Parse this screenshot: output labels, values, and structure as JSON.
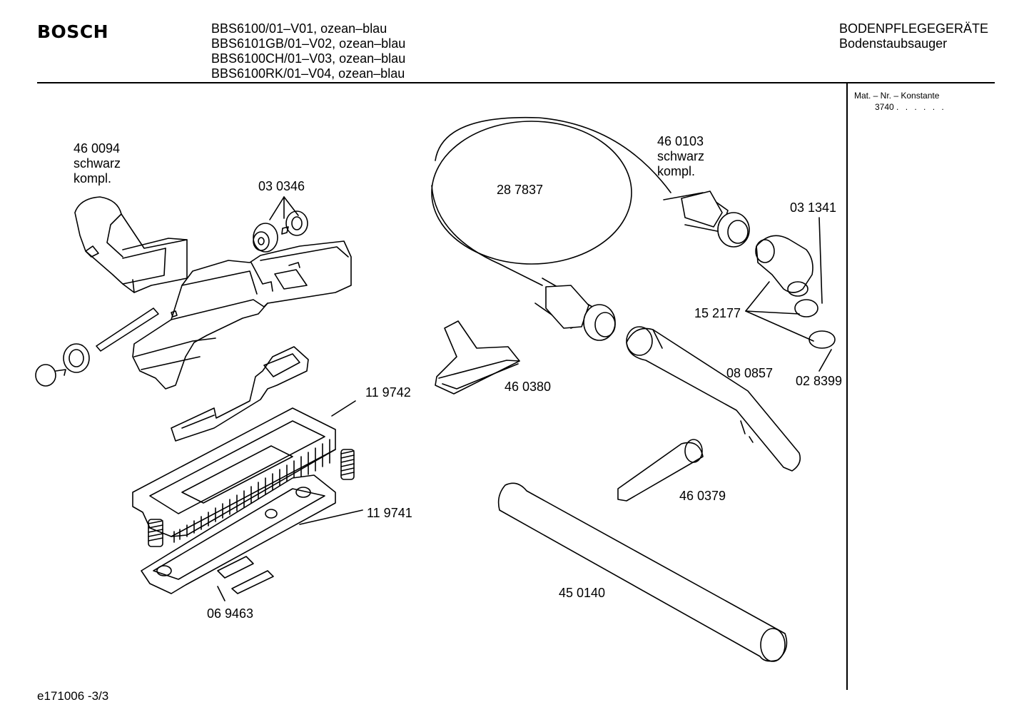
{
  "header": {
    "brand": "BOSCH",
    "models": [
      "BBS6100/01–V01, ozean–blau",
      "BBS6101GB/01–V02, ozean–blau",
      "BBS6100CH/01–V03, ozean–blau",
      "BBS6100RK/01–V04, ozean–blau"
    ],
    "category": "BODENPFLEGEGERÄTE",
    "subcategory": "Bodenstaubsauger"
  },
  "side_panel": {
    "mat_label": "Mat. – Nr. – Konstante",
    "mat_value": "3740",
    "mat_dots": ". .   . . . ."
  },
  "parts": [
    {
      "id": "p460094",
      "number": "46 0094",
      "note1": "schwarz",
      "note2": "kompl."
    },
    {
      "id": "p030346",
      "number": "03 0346"
    },
    {
      "id": "p287837",
      "number": "28 7837"
    },
    {
      "id": "p460103",
      "number": "46 0103",
      "note1": "schwarz",
      "note2": "kompl."
    },
    {
      "id": "p031341",
      "number": "03 1341"
    },
    {
      "id": "p152177",
      "number": "15 2177"
    },
    {
      "id": "p119742",
      "number": "11 9742"
    },
    {
      "id": "p460380",
      "number": "46 0380"
    },
    {
      "id": "p080857",
      "number": "08 0857"
    },
    {
      "id": "p028399",
      "number": "02 8399"
    },
    {
      "id": "p119741",
      "number": "11 9741"
    },
    {
      "id": "p460379",
      "number": "46 0379"
    },
    {
      "id": "p450140",
      "number": "45 0140"
    },
    {
      "id": "p069463",
      "number": "06 9463"
    }
  ],
  "footer": {
    "code": "e171006 -3/3"
  }
}
